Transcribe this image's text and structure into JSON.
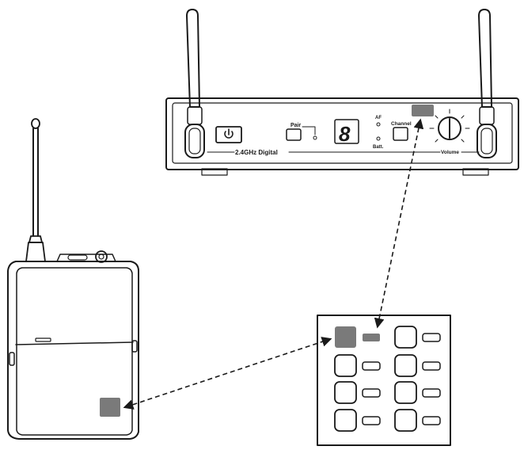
{
  "receiver": {
    "pair_label": "Pair",
    "af_label": "AF",
    "batt_label": "Batt.",
    "channel_label": "Channel",
    "model_label": "2.4GHz Digital",
    "volume_label": "Volume",
    "display_digit": "8",
    "power_icon": "power-icon"
  },
  "colors": {
    "ink": "#1a1a1a",
    "ir_window": "#7a7a7a",
    "display_fill": "#1a1a1a",
    "background": "#ffffff"
  },
  "connectors": [
    "dashed-arrow-receiver-to-grid",
    "dashed-arrow-transmitter-to-grid"
  ]
}
